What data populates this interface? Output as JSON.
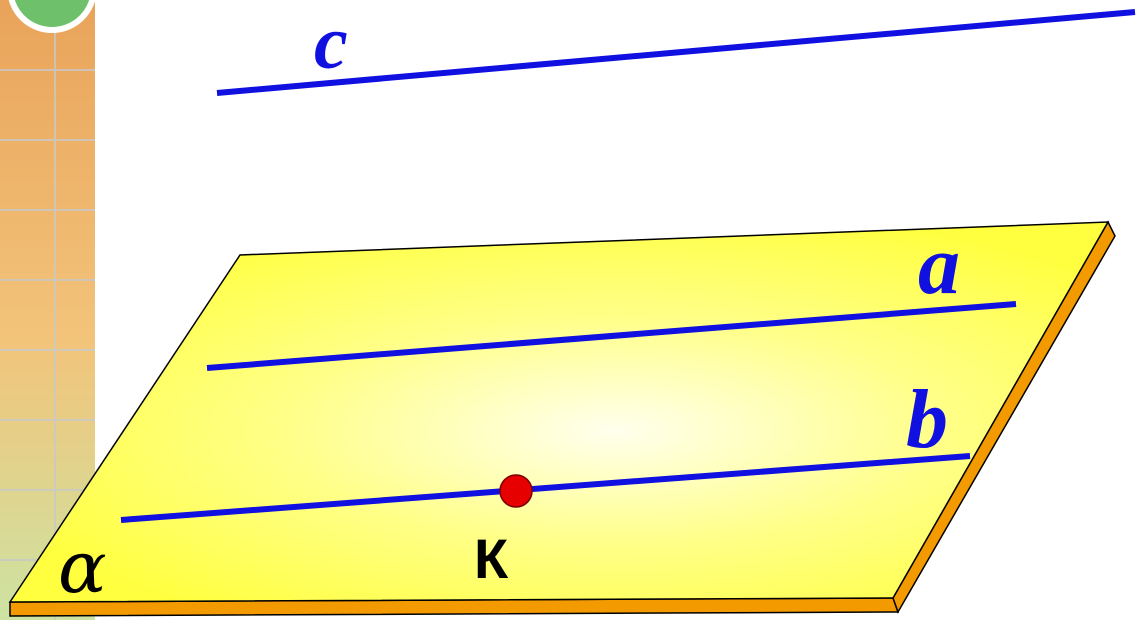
{
  "labels": {
    "line_c": "c",
    "line_a": "a",
    "line_b": "b",
    "point": "К",
    "plane": "α"
  },
  "colors": {
    "line": "#1010e0",
    "plane_fill": "#ffff55",
    "plane_edge": "#f29a00",
    "point": "#e60000",
    "side_stripe": "#f0a030"
  }
}
